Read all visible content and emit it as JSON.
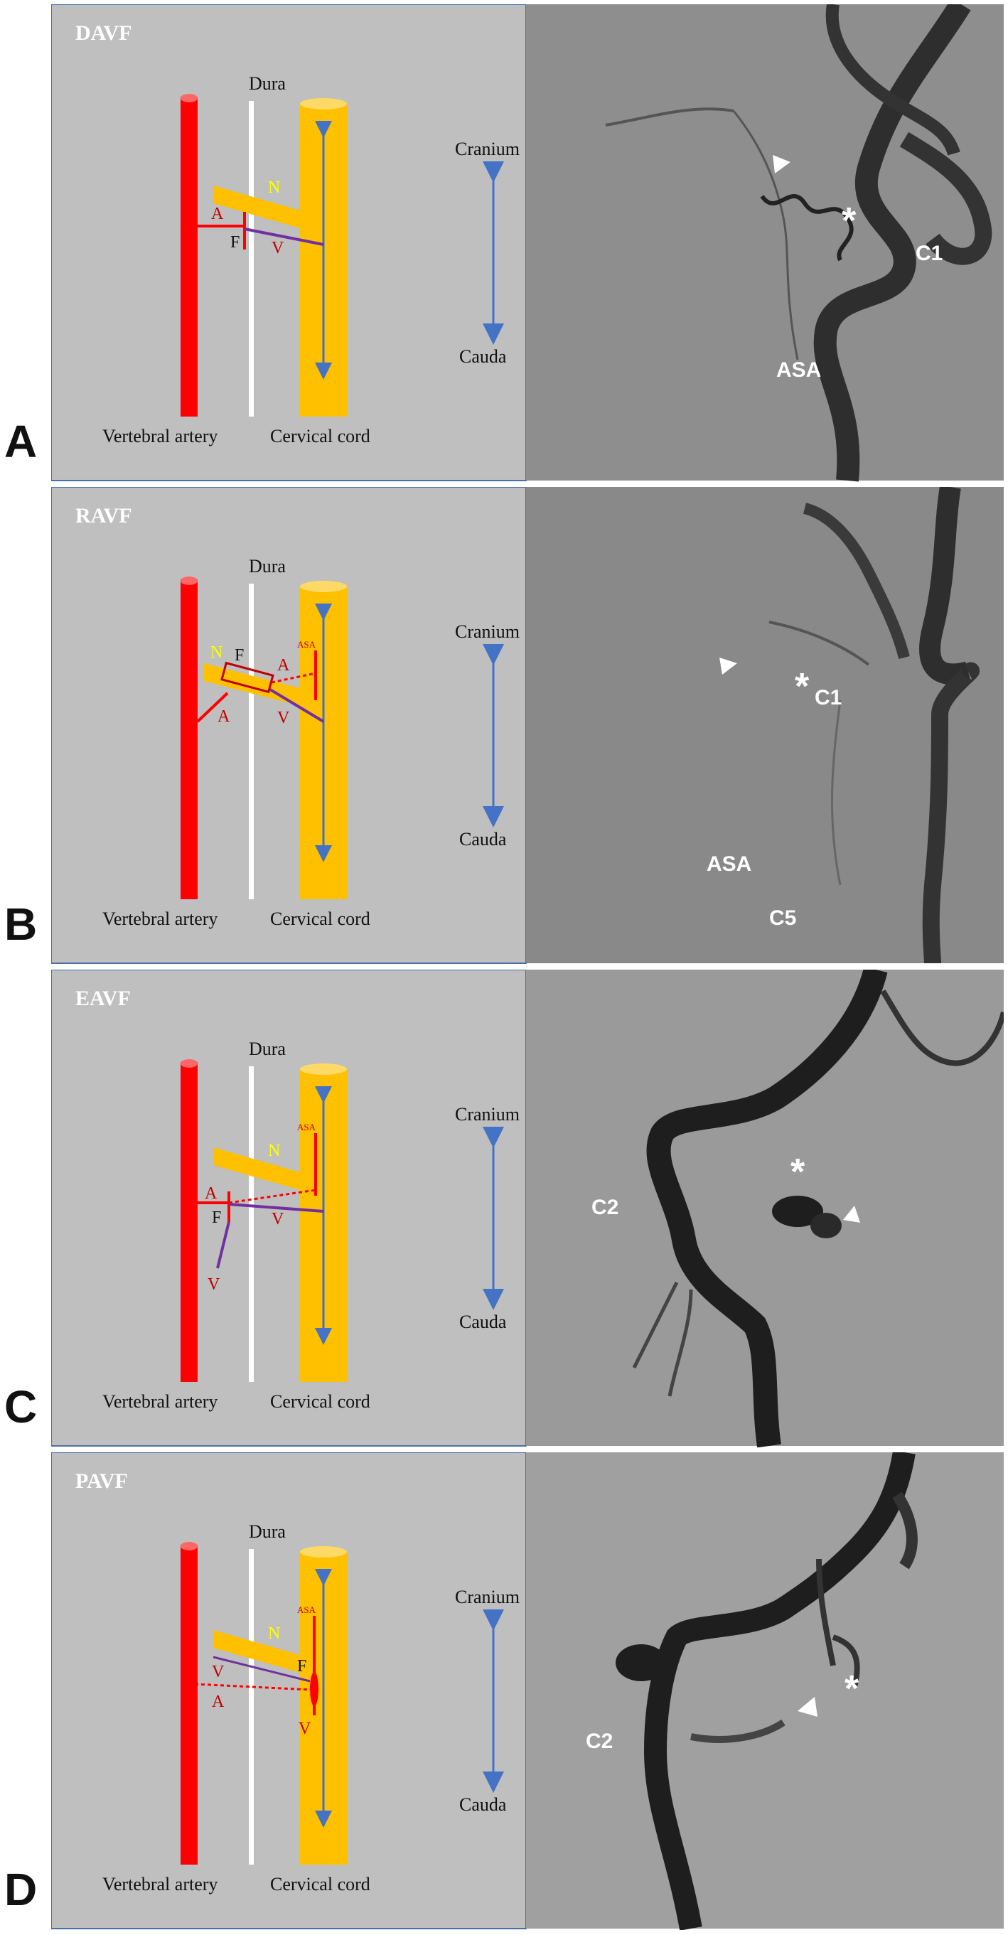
{
  "panels": [
    {
      "letter": "A",
      "type_label": "DAVF",
      "dura": "Dura",
      "cranium": "Cranium",
      "cauda": "Cauda",
      "vertebral_artery": "Vertebral artery",
      "cervical_cord": "Cervical cord",
      "N": "N",
      "A": "A",
      "F": "F",
      "V": "V",
      "V2": "",
      "ASA": "",
      "angio_labels": {
        "level": "C1",
        "vessel": "ASA",
        "asterisk": "*"
      }
    },
    {
      "letter": "B",
      "type_label": "RAVF",
      "dura": "Dura",
      "cranium": "Cranium",
      "cauda": "Cauda",
      "vertebral_artery": "Vertebral artery",
      "cervical_cord": "Cervical cord",
      "N": "N",
      "A": "A",
      "A2": "A",
      "F": "F",
      "V": "V",
      "ASA": "ASA",
      "angio_labels": {
        "level": "C1",
        "vessel": "ASA",
        "level2": "C5",
        "asterisk": "*"
      }
    },
    {
      "letter": "C",
      "type_label": "EAVF",
      "dura": "Dura",
      "cranium": "Cranium",
      "cauda": "Cauda",
      "vertebral_artery": "Vertebral artery",
      "cervical_cord": "Cervical cord",
      "N": "N",
      "A": "A",
      "F": "F",
      "V": "V",
      "V2": "V",
      "ASA": "ASA",
      "angio_labels": {
        "level": "C2",
        "asterisk": "*"
      }
    },
    {
      "letter": "D",
      "type_label": "PAVF",
      "dura": "Dura",
      "cranium": "Cranium",
      "cauda": "Cauda",
      "vertebral_artery": "Vertebral artery",
      "cervical_cord": "Cervical cord",
      "N": "N",
      "A": "A",
      "F": "F",
      "V": "V",
      "V2": "V",
      "ASA": "ASA",
      "angio_labels": {
        "level": "C2",
        "asterisk": "*"
      }
    }
  ],
  "colors": {
    "panel_bg": "#bfbfbf",
    "panel_border": "#4a6fa5",
    "artery": "#ff0000",
    "cord": "#ffc000",
    "cord_top": "#ffd966",
    "dura": "#ffffff",
    "vein": "#7030a0",
    "arrow": "#4472c4",
    "nerve_label": "#ffff00",
    "red_label": "#c00000",
    "angio_bg": "#8a8a8a"
  }
}
